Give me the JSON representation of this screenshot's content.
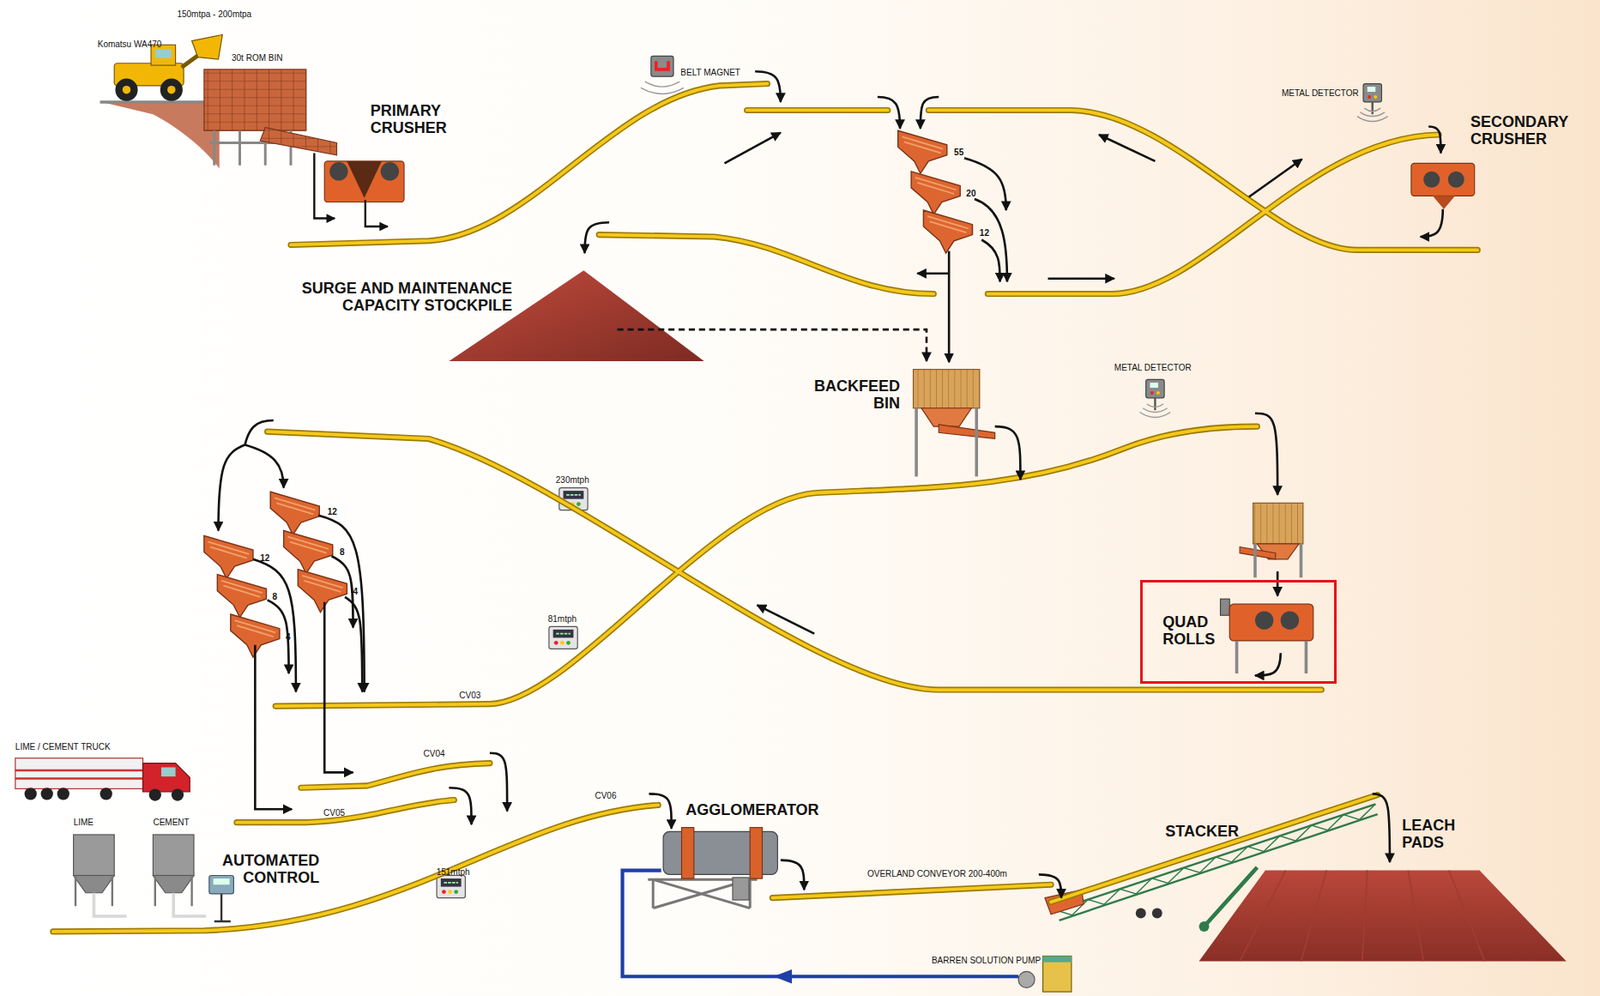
{
  "diagram": {
    "nodes": [
      {
        "text": [
          "QUAD ROLLS"
        ]
      }
    ],
    "labels": [
      "150mtpa - 200mtpa",
      "Komatsu WA470",
      "30t ROM BIN",
      "PRIMARY CRUSHER",
      "BELT MAGNET",
      "55",
      "20",
      "12",
      "METAL DETECTOR",
      "SECONDARY CRUSHER",
      "SURGE AND MAINTENANCE CAPACITY STOCKPILE",
      "BACKFEED BIN",
      "METAL DETECTOR",
      "230mtph",
      "12",
      "8",
      "4",
      "12",
      "8",
      "4",
      "81mtph",
      "CV03",
      "LIME / CEMENT TRUCK",
      "CV04",
      "CV05",
      "LIME",
      "CEMENT",
      "AUTOMATED CONTROL",
      "CV06",
      "151mtph",
      "AGGLOMERATOR",
      "OVERLAND CONVEYOR 200-400m",
      "STACKER",
      "LEACH PADS",
      "BARREN SOLUTION PUMP"
    ]
  }
}
